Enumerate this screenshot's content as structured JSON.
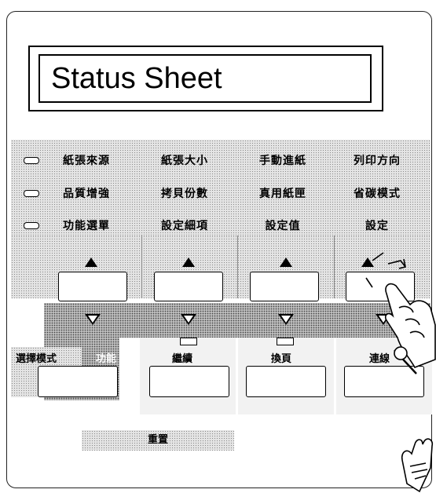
{
  "display": {
    "text": "Status Sheet"
  },
  "menu_rows": [
    {
      "labels": [
        "紙張來源",
        "紙張大小",
        "手動進紙",
        "列印方向"
      ]
    },
    {
      "labels": [
        "品質增強",
        "拷貝份數",
        "真用紙匣",
        "省碳模式"
      ]
    },
    {
      "labels": [
        "功能選單",
        "設定細項",
        "設定值",
        "設定"
      ]
    }
  ],
  "buttons": {
    "mode_select": "選擇模式",
    "online": "功能",
    "continue": "繼續",
    "form_feed": "換頁",
    "enter": "連線",
    "reset": "重置"
  },
  "icons": {
    "up": "triangle-up-icon",
    "down": "triangle-down-icon",
    "indicator": "indicator-led-icon",
    "hand": "pointing-hand-icon",
    "press": "press-arrow-icon"
  }
}
